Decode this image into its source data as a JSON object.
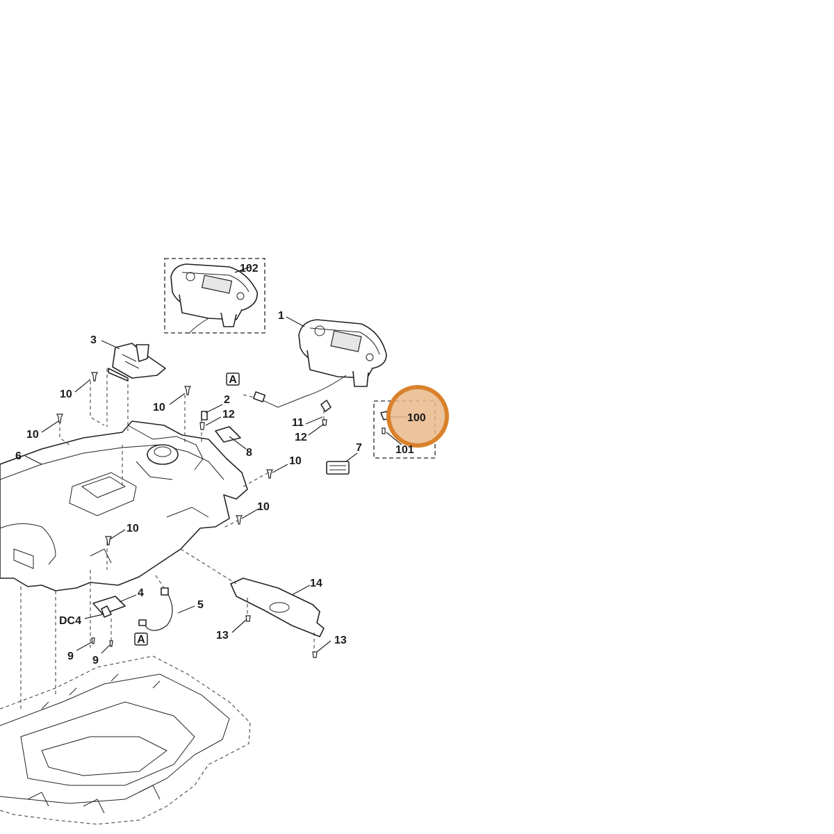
{
  "labels": {
    "p1": "1",
    "p2": "2",
    "p3": "3",
    "p4": "4",
    "p5": "5",
    "p6": "6",
    "p7": "7",
    "p8": "8",
    "p9": "9",
    "p10": "10",
    "p11": "11",
    "p12": "12",
    "p13": "13",
    "p14": "14",
    "p100": "100",
    "p101": "101",
    "p102": "102",
    "dc4": "DC4",
    "connector_a": "A"
  },
  "highlight": {
    "target": "100",
    "color": "#d9822b",
    "fill": "#e9b98a"
  }
}
